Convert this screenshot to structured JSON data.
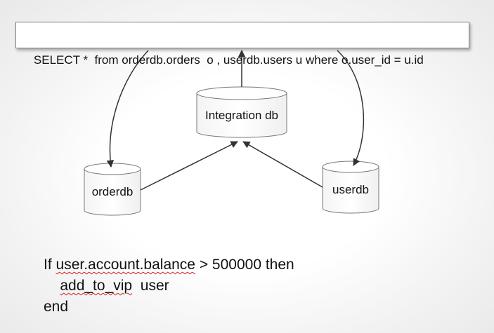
{
  "sql": {
    "query": "SELECT *  from orderdb.orders  o , userdb.users u where o.user_id = u.id"
  },
  "databases": {
    "integration": "Integration db",
    "order": "orderdb",
    "user": "userdb"
  },
  "code": {
    "line1_keyword": "If ",
    "line1_expr": "user.account.balance",
    "line1_rest": " > 500000 then",
    "line2_indent": "    ",
    "line2_call": "add_to_vip",
    "line2_rest": "  user",
    "line3": "end"
  },
  "colors": {
    "border": "#7f7f7f",
    "line": "#404040",
    "spellcheck": "#d02020"
  }
}
